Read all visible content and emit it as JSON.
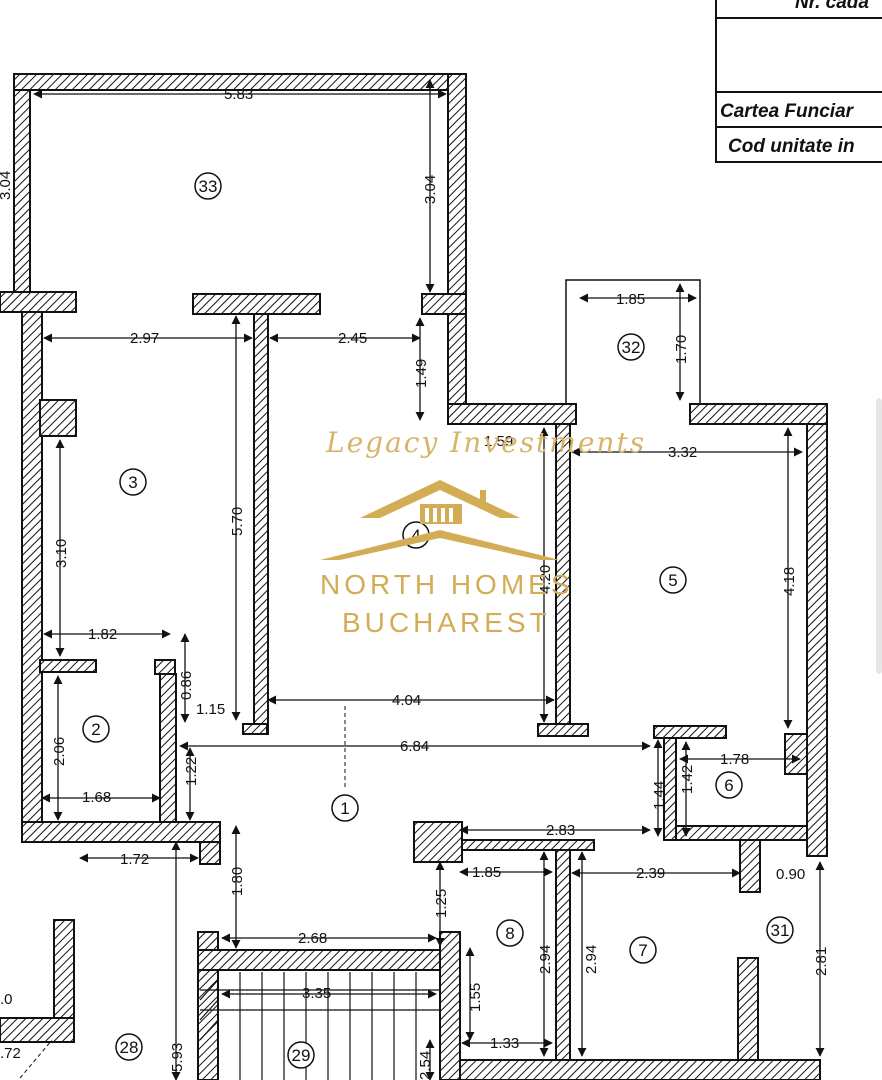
{
  "title_block": {
    "line1": "Nr. cada",
    "line2": "Cartea Funciar",
    "line3": "Cod unitate in"
  },
  "watermark": {
    "script_text": "Legacy Investments",
    "line1": "NORTH HOMES",
    "line2": "BUCHAREST",
    "gold_color": "#d2ad55"
  },
  "rooms": [
    "33",
    "3",
    "2",
    "1",
    "32",
    "5",
    "6",
    "8",
    "7",
    "31",
    "28",
    "29",
    "4"
  ],
  "dimensions": [
    "5.83",
    "3.04",
    "3.04",
    "2.97",
    "2.45",
    "1.49",
    "5.70",
    "3.10",
    "1.82",
    "0.86",
    "1.15",
    "2.06",
    "1.68",
    "1.22",
    "1.72",
    "1.85",
    "1.70",
    "1.59",
    "3.32",
    "4.20",
    "4.18",
    "4.04",
    "6.84",
    "1.44",
    "1.42",
    "1.78",
    "2.83",
    "1.85",
    "2.39",
    "0.90",
    "1.80",
    "1.25",
    "2.68",
    "2.94",
    "2.94",
    "2.81",
    "3.35",
    "1.55",
    "1.33",
    "5.93",
    "2.54",
    ".0",
    ".72"
  ]
}
